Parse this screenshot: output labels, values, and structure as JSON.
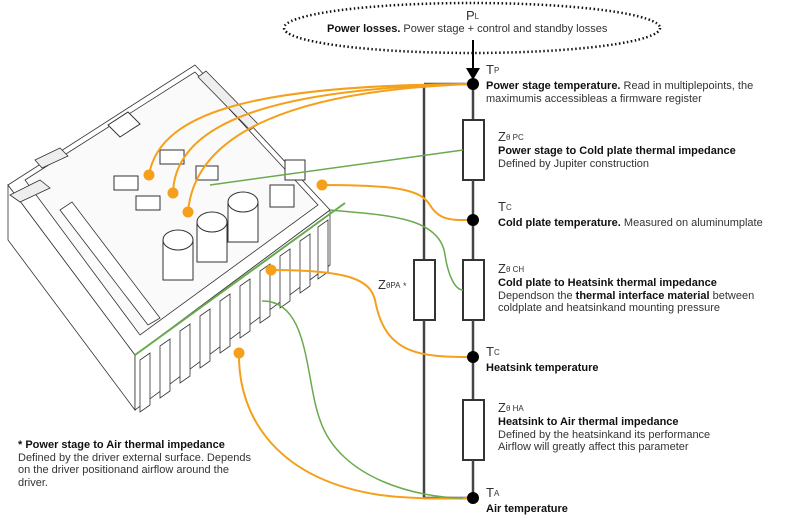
{
  "power_losses": {
    "symbol": "P",
    "symbol_sub": "L",
    "title": "Power losses.",
    "text": " Power stage + control and standby losses"
  },
  "nodes": {
    "tp": {
      "symbol": "T",
      "symbol_sub": "P",
      "title": "Power stage temperature.",
      "text": " Read in multiplepoints, the",
      "text2": "maximumis accessibleas a firmware register"
    },
    "tc_plate": {
      "symbol": "T",
      "symbol_sub": "C",
      "title": "Cold plate temperature.",
      "text": " Measured on aluminumplate"
    },
    "tc_heatsink": {
      "symbol": "T",
      "symbol_sub": "C",
      "title": "Heatsink temperature"
    },
    "ta": {
      "symbol": "T",
      "symbol_sub": "A",
      "title": "Air temperature"
    }
  },
  "impedances": {
    "zpc": {
      "symbol": "Z",
      "symbol_sub": "θ PC",
      "title": "Power stage to Cold plate thermal impedance",
      "line1": "Defined by Jupiter construction"
    },
    "zch": {
      "symbol": "Z",
      "symbol_sub": "θ CH",
      "title": "Cold plate to Heatsink thermal impedance",
      "line1_pre": "Dependson the ",
      "line1_bold": "thermal interface material",
      "line1_post": " between",
      "line2": "coldplate and heatsinkand mounting pressure"
    },
    "zha": {
      "symbol": "Z",
      "symbol_sub": "θ HA",
      "title": "Heatsink to Air thermal impedance",
      "line1": "Defined by the heatsinkand its performance",
      "line2": "Airflow will greatly affect this parameter"
    },
    "zpa": {
      "symbol": "Z",
      "symbol_sub": "θPA",
      "mark": " *"
    }
  },
  "footnote": {
    "title": "* Power stage to Air thermal impedance",
    "line1": "Defined by the driver external surface. Depends",
    "line2": "on the driver positionand airflow around the",
    "line3": "driver."
  },
  "colors": {
    "orange": "#f5a01a",
    "green": "#6aaa4e",
    "line": "#3a3a3a"
  }
}
